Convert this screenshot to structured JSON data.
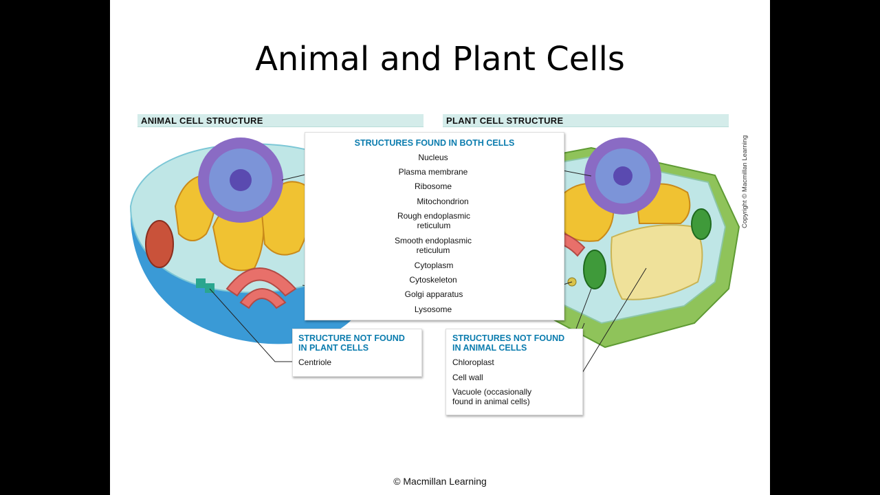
{
  "slide": {
    "title": "Animal and Plant Cells",
    "footer": "© Macmillan Learning",
    "vertical_copyright": "Copyright © Macmillan Learning"
  },
  "headers": {
    "animal": "ANIMAL CELL STRUCTURE",
    "plant": "PLANT CELL STRUCTURE"
  },
  "both_cells": {
    "heading": "STRUCTURES FOUND IN BOTH CELLS",
    "labels": [
      "Nucleus",
      "Plasma membrane",
      "Ribosome",
      "Mitochondrion",
      "Rough endoplasmic",
      "reticulum",
      "Smooth endoplasmic",
      "reticulum",
      "Cytoplasm",
      "Cytoskeleton",
      "Golgi apparatus",
      "Lysosome"
    ]
  },
  "not_in_plant": {
    "heading_line1": "STRUCTURE NOT FOUND",
    "heading_line2": "IN PLANT CELLS",
    "labels": [
      "Centriole"
    ]
  },
  "not_in_animal": {
    "heading_line1": "STRUCTURES NOT FOUND",
    "heading_line2": "IN ANIMAL CELLS",
    "labels": [
      "Chloroplast",
      "Cell wall",
      "Vacuole (occasionally",
      "found in animal cells)"
    ]
  },
  "colors": {
    "band": "#d4ecea",
    "heading_blue": "#0b7cae",
    "animal_membrane": "#3a9ad6",
    "cytoplasm": "#bfe6e6",
    "plant_wall": "#8fc35a",
    "nucleus": "#8a6bc4",
    "er_yellow": "#f0c232",
    "golgi": "#e8706a",
    "chloroplast": "#3f9a3a",
    "vacuole": "#efe19a"
  }
}
